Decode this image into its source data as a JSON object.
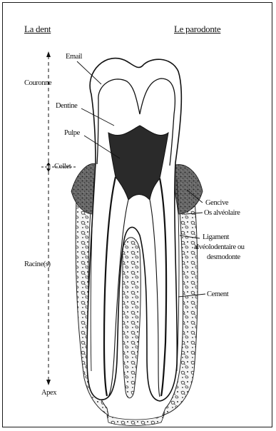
{
  "headers": {
    "left": "La dent",
    "right": "Le parodonte"
  },
  "axis_labels": {
    "couronne": "Couronne",
    "collet": "Collet",
    "racines": "Racine(s)",
    "apex": "Apex"
  },
  "tooth_labels": {
    "email": "Email",
    "dentine": "Dentine",
    "pulpe": "Pulpe"
  },
  "parodonte_labels": {
    "gencive": "Gencive",
    "os_alveolaire": "Os alvéolaire",
    "ligament_line1": "Ligament",
    "ligament_line2": "alvéolodentaire ou",
    "ligament_line3": "desmodonte",
    "cement": "Cement"
  },
  "colors": {
    "line": "#111111",
    "pulp": "#222222",
    "gum": "#555555",
    "bone_fill": "#f4f4f4"
  }
}
